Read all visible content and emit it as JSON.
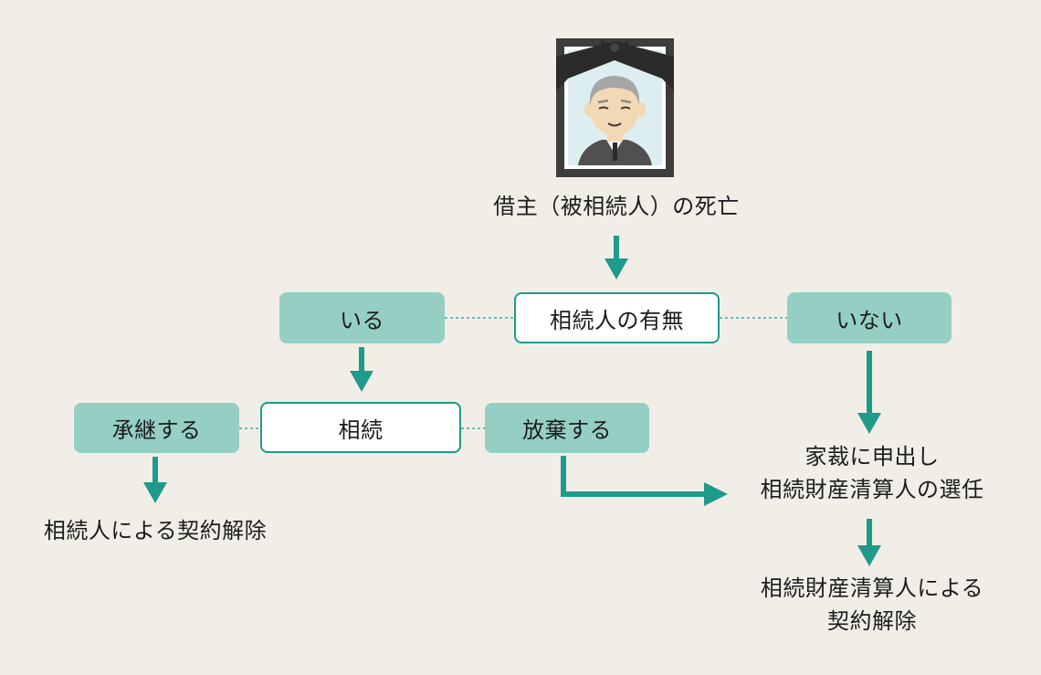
{
  "colors": {
    "background": "#f1eee8",
    "accent": "#1f9a8b",
    "node_fill": "#95cfc4"
  },
  "portrait": {
    "icon": "memorial-portrait-icon"
  },
  "nodes": {
    "death": "借主（被相続人）の死亡",
    "heir_question": "相続人の有無",
    "yes": "いる",
    "no": "いない",
    "inherit": "相続",
    "accept": "承継する",
    "renounce": "放棄する",
    "court_line1": "家裁に申出し",
    "court_line2": "相続財産清算人の選任",
    "heir_termination": "相続人による契約解除",
    "admin_termination_line1": "相続財産清算人による",
    "admin_termination_line2": "契約解除"
  }
}
